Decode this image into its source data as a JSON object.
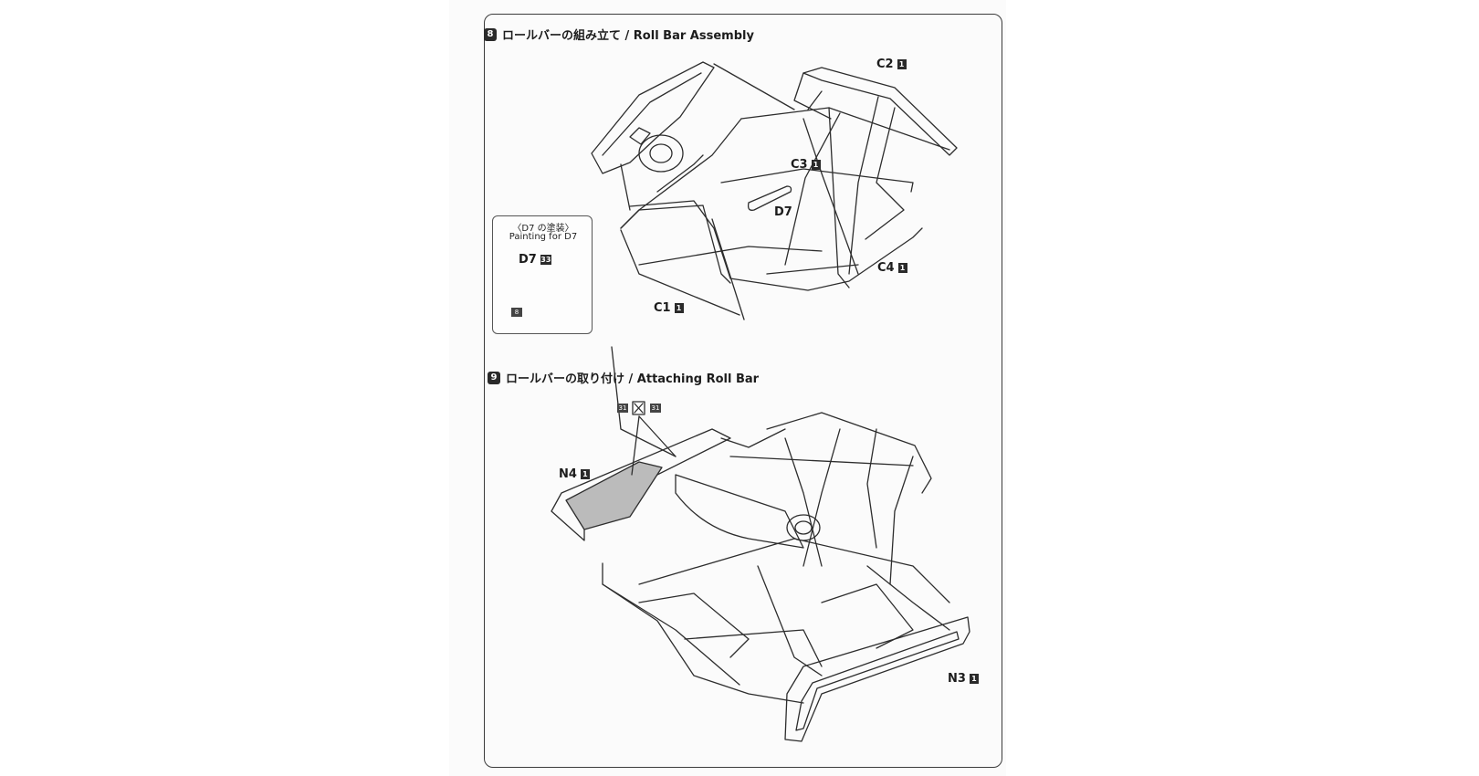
{
  "step8": {
    "number": "8",
    "title": "ロールバーの組み立て / Roll Bar Assembly",
    "parts": {
      "c2": "C2",
      "c3": "C3",
      "c4": "C4",
      "c1": "C1",
      "d7": "D7"
    },
    "quantity_mark": "1",
    "painting_note": {
      "title_jp": "〈D7 の塗装〉",
      "title_en": "Painting for D7",
      "part": "D7",
      "part_color_code": "33",
      "color_code": "8"
    }
  },
  "step9": {
    "number": "9",
    "title": "ロールバーの取り付け / Attaching Roll Bar",
    "parts": {
      "n4": "N4",
      "n3": "N3"
    },
    "quantity_mark": "1",
    "color_codes": {
      "left": "31",
      "right": "31"
    }
  }
}
